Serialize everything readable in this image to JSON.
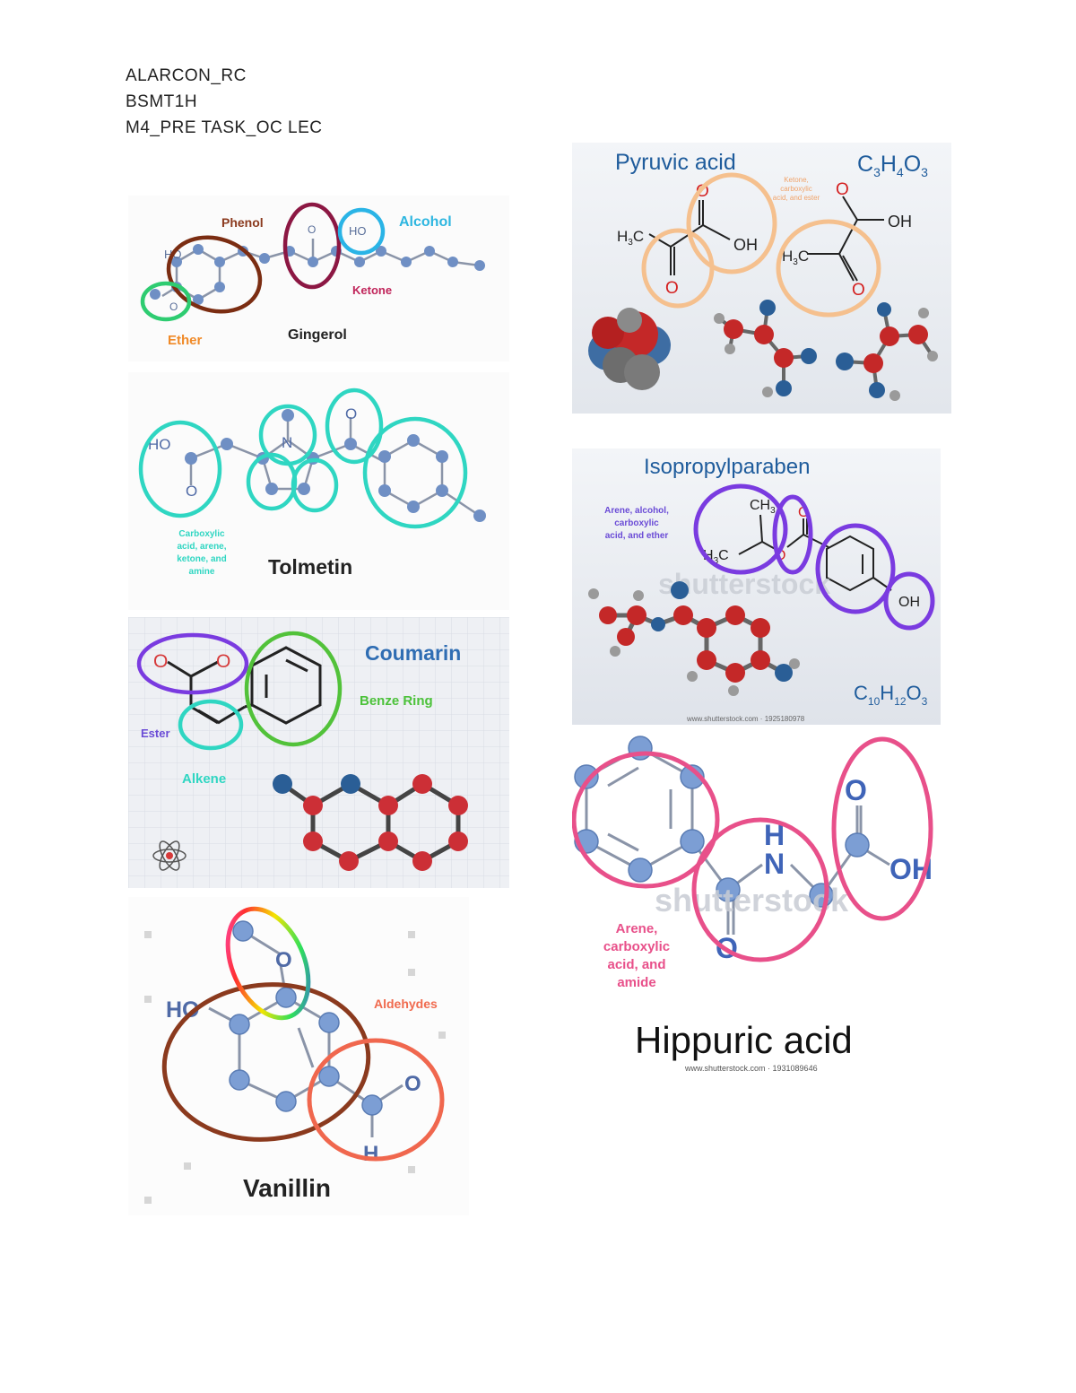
{
  "header": {
    "name": "ALARCON_RC",
    "section": "BSMT1H",
    "task": "M4_PRE TASK_OC LEC"
  },
  "gingerol": {
    "title": "Gingerol",
    "labels": {
      "phenol": "Phenol",
      "alcohol": "Alcohol",
      "ketone": "Ketone",
      "ether": "Ether"
    },
    "atoms": {
      "ho1": "HO",
      "o_ketone": "O",
      "ho2": "HO",
      "o_ether": "O"
    }
  },
  "tolmetin": {
    "title": "Tolmetin",
    "note": [
      "Carboxylic",
      "acid, arene,",
      "ketone, and",
      "amine"
    ],
    "atoms": {
      "ho": "HO",
      "o1": "O",
      "n": "N",
      "o2": "O"
    }
  },
  "coumarin": {
    "title": "Coumarin",
    "labels": {
      "benzene": "Benze Ring",
      "ester": "Ester",
      "alkene": "Alkene"
    },
    "atoms": {
      "o1": "O",
      "o2": "O"
    }
  },
  "vanillin": {
    "title": "Vanillin",
    "labels": {
      "aldehydes": "Aldehydes"
    },
    "atoms": {
      "o_methoxy": "O",
      "ho": "HO",
      "o_ald": "O",
      "h": "H"
    }
  },
  "pyruvic": {
    "title": "Pyruvic acid",
    "formula": {
      "c": "C",
      "c_n": "3",
      "h": "H",
      "h_n": "4",
      "o": "O",
      "o_n": "3"
    },
    "note": [
      "Ketone,",
      "carboxylic",
      "acid, and ester"
    ],
    "atoms": {
      "h3c": "H",
      "h3c_sub": "3",
      "h3c_c": "C",
      "oh": "OH",
      "o": "O"
    }
  },
  "isopropylparaben": {
    "title": "Isopropylparaben",
    "note": [
      "Arene, alcohol,",
      "carboxylic",
      "acid, and ether"
    ],
    "formula": {
      "c": "C",
      "c_n": "10",
      "h": "H",
      "h_n": "12",
      "o": "O",
      "o_n": "3"
    },
    "atoms": {
      "ch3": "CH",
      "ch3_sub": "3",
      "h3c": "H",
      "h3c_sub": "3",
      "h3c_c": "C",
      "o1": "O",
      "o2": "O",
      "oh": "OH"
    },
    "watermark": "shutterstock",
    "credit": "www.shutterstock.com · 1925180978"
  },
  "hippuric": {
    "title": "Hippuric acid",
    "note": [
      "Arene,",
      "carboxylic",
      "acid, and",
      "amide"
    ],
    "atoms": {
      "h": "H",
      "n": "N",
      "o_top": "O",
      "oh": "OH",
      "o_bottom": "O"
    },
    "watermark": "shutterstock",
    "credit": "www.shutterstock.com · 1931089646"
  }
}
